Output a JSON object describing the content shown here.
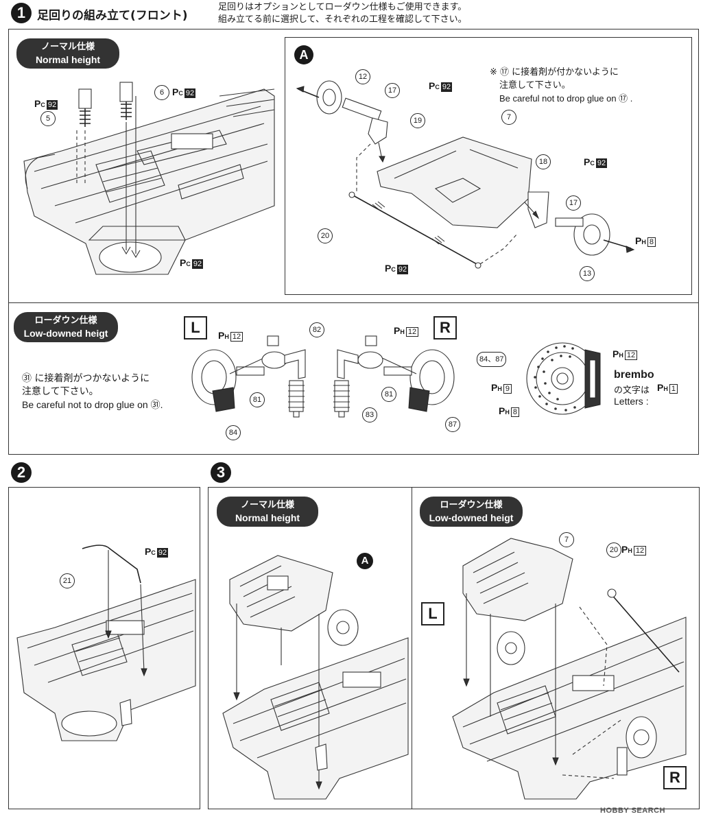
{
  "step1": {
    "number": "1",
    "title": "足回りの組み立て(フロント)",
    "header_note_line1": "足回りはオプションとしてローダウン仕様もご使用できます。",
    "header_note_line2": "組み立てる前に選択して、それぞれの工程を確認して下さい。",
    "normal_badge_jp": "ノーマル仕様",
    "normal_badge_en": "Normal height",
    "lowdown_badge_jp": "ローダウン仕様",
    "lowdown_badge_en": "Low-downed heigt",
    "sub_a_label": "A",
    "sub_a_note_jp_1": "※ ⑰ に接着剤が付かないように",
    "sub_a_note_jp_2": "注意して下さい。",
    "sub_a_note_en": "Be careful not to drop glue on ⑰ .",
    "lowdown_note_jp_1": "㉛ に接着剤がつかないように",
    "lowdown_note_jp_2": "注意して下さい。",
    "lowdown_note_en": "Be careful not to drop glue on ㉛."
  },
  "parts": {
    "p5": "5",
    "p6": "6",
    "p7": "7",
    "p12": "12",
    "p13": "13",
    "p17": "17",
    "p18": "18",
    "p19": "19",
    "p20": "20",
    "p21": "21",
    "p81": "81",
    "p82": "82",
    "p83": "83",
    "p84": "84",
    "p87": "87",
    "p84_87": "84、87"
  },
  "paint": {
    "pc": "P",
    "pc_sub": "C",
    "pc_code": "92",
    "ph": "P",
    "ph_sub": "H",
    "ph_8": "8",
    "ph_9": "9",
    "ph_12": "12",
    "ph_1": "1"
  },
  "labels": {
    "L": "L",
    "R": "R",
    "A": "A"
  },
  "brembo": {
    "word": "brembo",
    "jp": "の文字は",
    "letters": "Letters :"
  },
  "step2": {
    "number": "2"
  },
  "step3": {
    "number": "3",
    "normal_badge_jp": "ノーマル仕様",
    "normal_badge_en": "Normal height",
    "lowdown_badge_jp": "ローダウン仕様",
    "lowdown_badge_en": "Low-downed heigt"
  },
  "watermark": "HOBBY SEARCH",
  "colors": {
    "ink": "#1a1a1a",
    "paper": "#ffffff",
    "badge": "#333333"
  }
}
